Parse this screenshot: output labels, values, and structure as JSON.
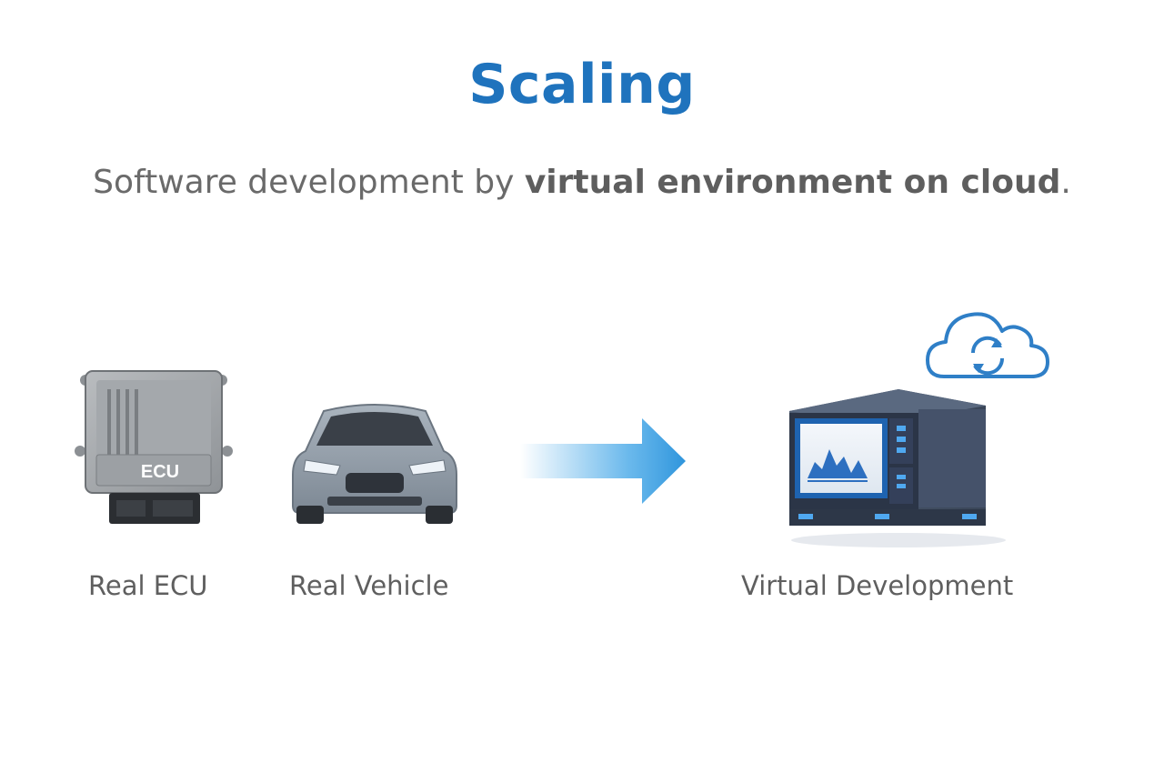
{
  "title": "Scaling",
  "subtitle": {
    "prefix": "Software development by ",
    "emphasis": "virtual environment on cloud",
    "suffix": "."
  },
  "items": [
    {
      "label": "Real ECU",
      "badge": "ECU",
      "icon": "ecu-module-icon"
    },
    {
      "label": "Real Vehicle",
      "icon": "car-front-icon"
    },
    {
      "label": "Virtual Development",
      "icon": "server-with-cloud-icon"
    }
  ],
  "colors": {
    "title": "#1f73bd",
    "text": "#6a6a6a",
    "arrow": "#3aa2e6",
    "cloud": "#2f7fc7"
  }
}
